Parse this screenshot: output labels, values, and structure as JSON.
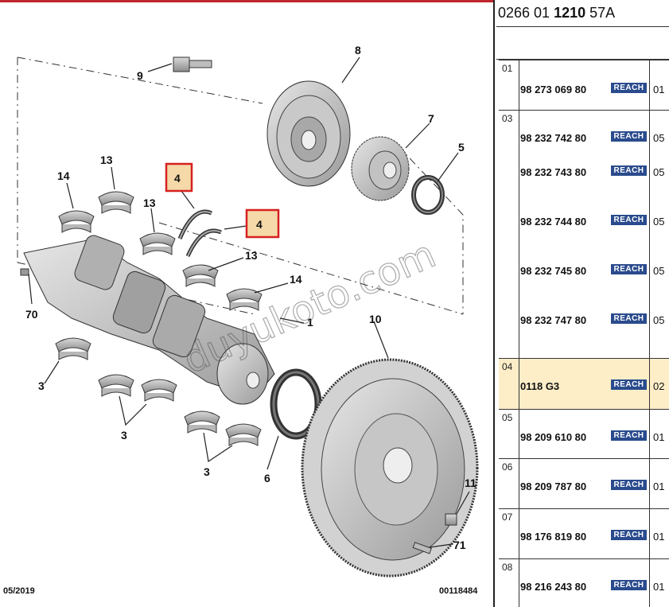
{
  "diagram": {
    "labels": {
      "l9": "9",
      "l8": "8",
      "l7": "7",
      "l5": "5",
      "l14a": "14",
      "l13a": "13",
      "l4a": "4",
      "l13b": "13",
      "l4b": "4",
      "l13c": "13",
      "l14b": "14",
      "l70": "70",
      "l1": "1",
      "l10": "10",
      "l3a": "3",
      "l3b": "3",
      "l3c": "3",
      "l6": "6",
      "l11": "11",
      "l71": "71"
    },
    "watermark": "duyukoto.com",
    "footer_date": "05/2019",
    "footer_code": "00118484"
  },
  "reference": {
    "prefix": "0266 01",
    "bold": "1210",
    "suffix": "57A"
  },
  "colors": {
    "highlight": "#fdeec8",
    "reach_badge": "#2a4b8d",
    "callout_border": "#d62020",
    "callout_fill": "#f5d9a8"
  },
  "rows": [
    {
      "num": "01",
      "selected": false,
      "parts": [
        {
          "pn": "98 273 069 80",
          "badge": "REACH",
          "qty": "01"
        }
      ]
    },
    {
      "num": "03",
      "selected": false,
      "parts": [
        {
          "pn": "98 232 742 80",
          "badge": "REACH",
          "qty": "05"
        },
        {
          "pn": "98 232 743 80",
          "badge": "REACH",
          "qty": "05"
        },
        {
          "pn": "98 232 744 80",
          "badge": "REACH",
          "qty": "05"
        },
        {
          "pn": "98 232 745 80",
          "badge": "REACH",
          "qty": "05"
        },
        {
          "pn": "98 232 747 80",
          "badge": "REACH",
          "qty": "05"
        }
      ]
    },
    {
      "num": "04",
      "selected": true,
      "parts": [
        {
          "pn": "0118 G3",
          "badge": "REACH",
          "qty": "02"
        }
      ]
    },
    {
      "num": "05",
      "selected": false,
      "parts": [
        {
          "pn": "98 209 610 80",
          "badge": "REACH",
          "qty": "01"
        }
      ]
    },
    {
      "num": "06",
      "selected": false,
      "parts": [
        {
          "pn": "98 209 787 80",
          "badge": "REACH",
          "qty": "01"
        }
      ]
    },
    {
      "num": "07",
      "selected": false,
      "parts": [
        {
          "pn": "98 176 819 80",
          "badge": "REACH",
          "qty": "01"
        }
      ]
    },
    {
      "num": "08",
      "selected": false,
      "parts": [
        {
          "pn": "98 216 243 80",
          "badge": "REACH",
          "qty": "01"
        }
      ]
    }
  ]
}
